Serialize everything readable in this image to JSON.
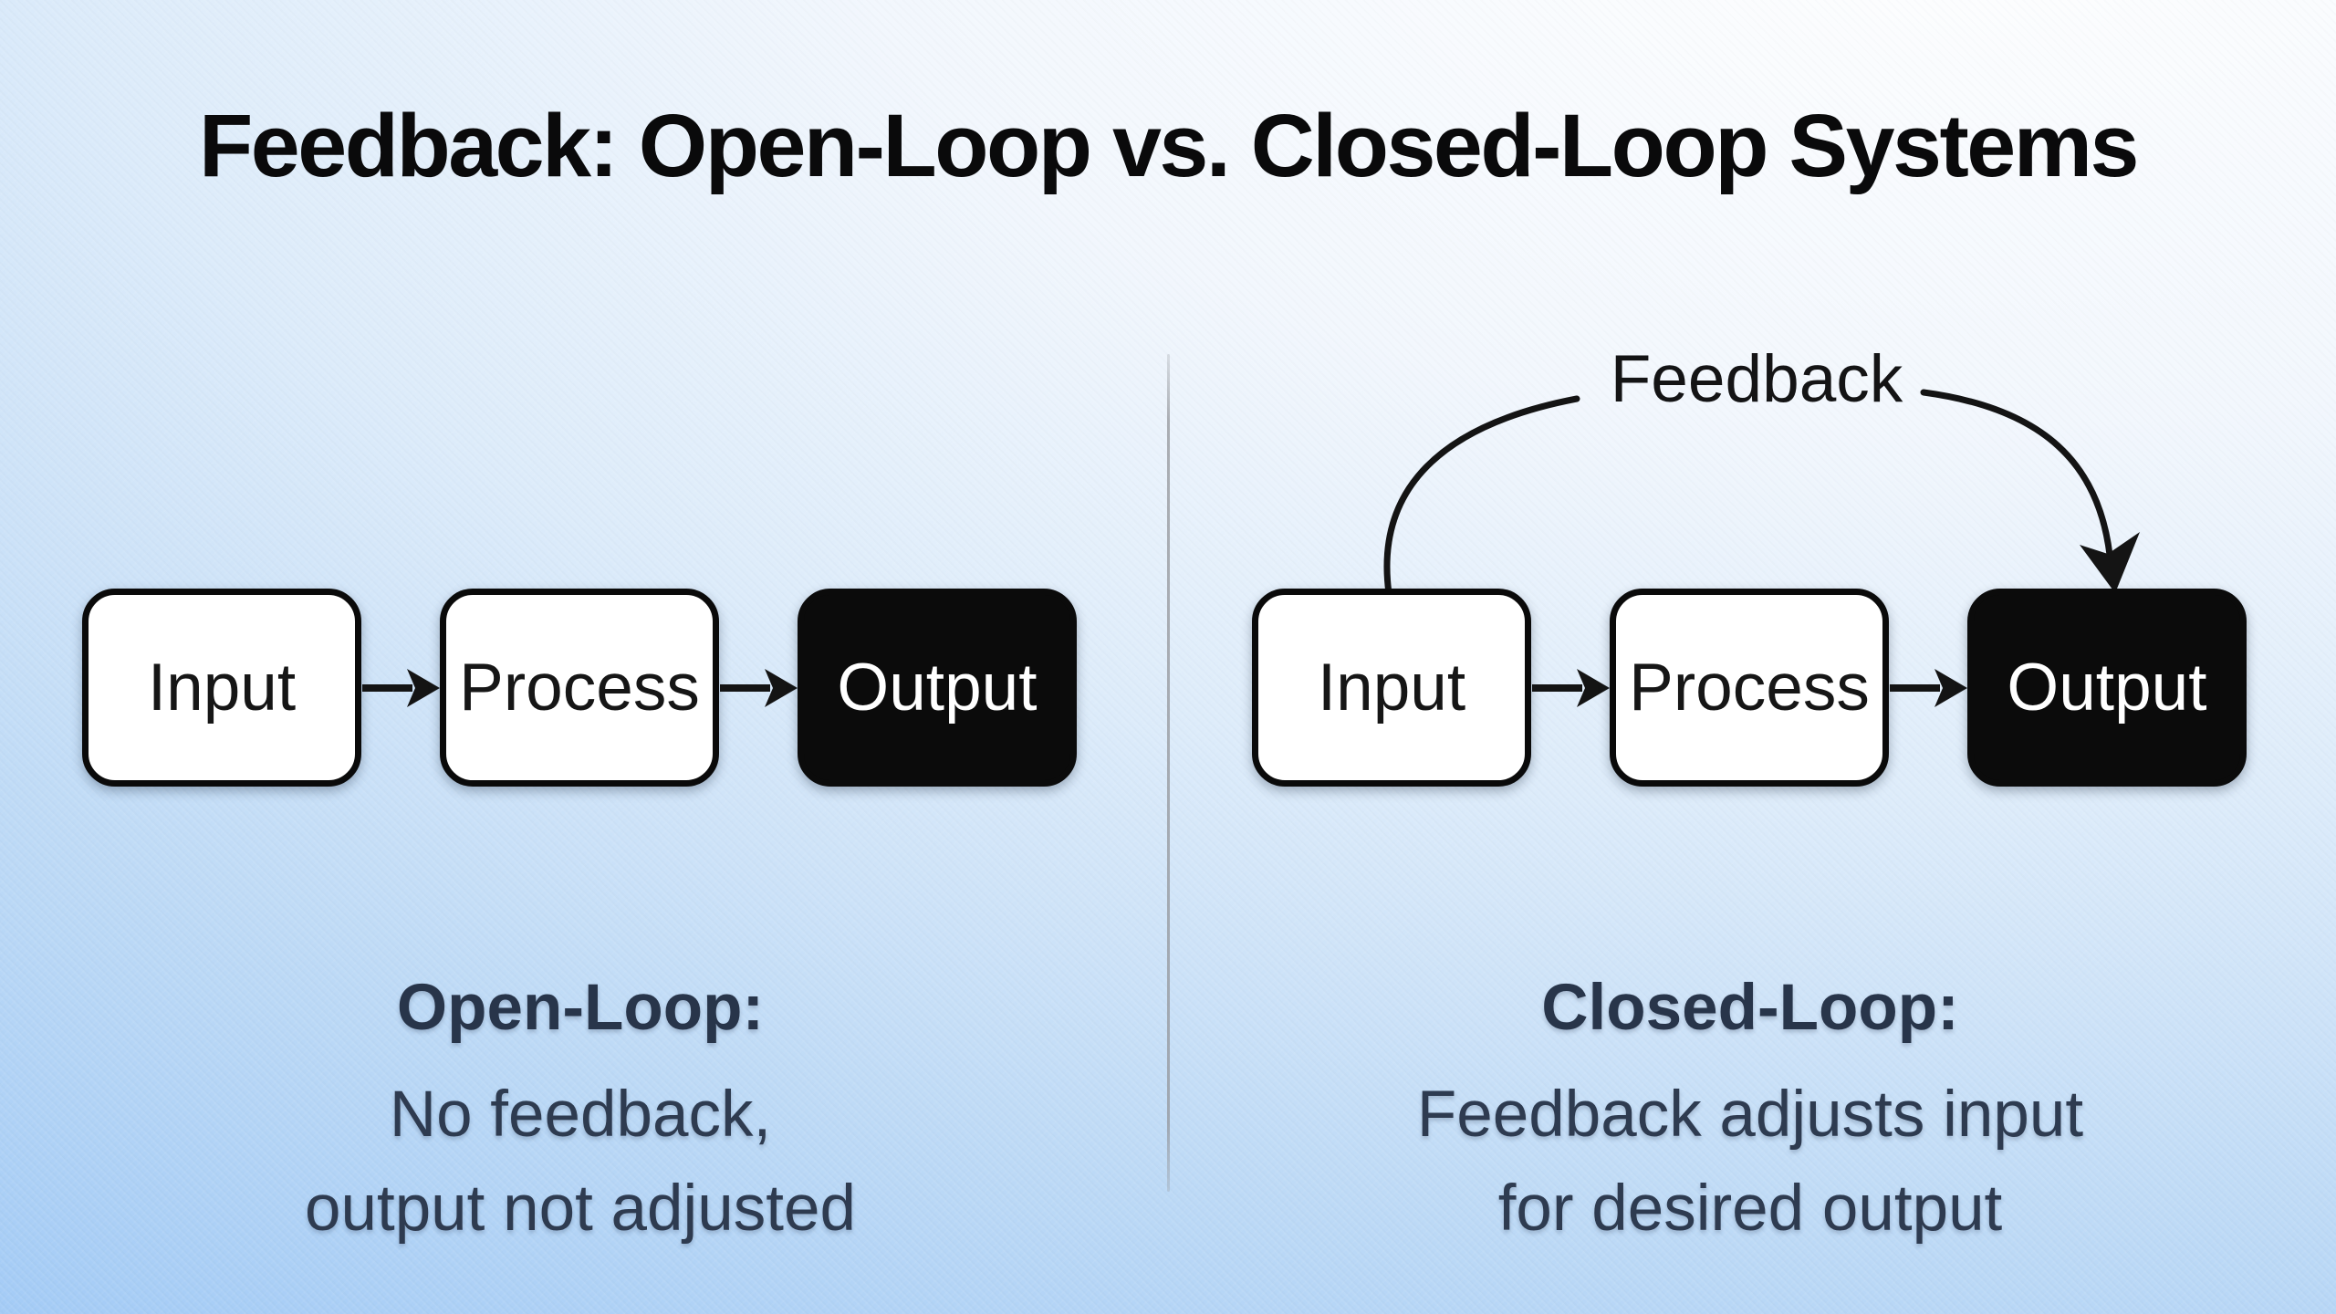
{
  "title": "Feedback: Open-Loop vs. Closed-Loop Systems",
  "colors": {
    "background_top_right": "#ffffff",
    "background_bottom_left": "#8fbff5",
    "box_light_fill": "#ffffff",
    "box_dark_fill": "#0b0b0b",
    "box_border": "#0a0a0a",
    "box_dark_text": "#ffffff",
    "title_text": "#0a0a0b",
    "caption_text": "#2e3b50",
    "divider": "#95979b",
    "arrow_stroke": "#141414"
  },
  "panels": [
    {
      "name": "open-loop",
      "boxes": [
        {
          "label": "Input"
        },
        {
          "label": "Process"
        },
        {
          "label": "Output"
        }
      ],
      "caption": {
        "heading": "Open-Loop:",
        "lines": [
          "No feedback,",
          "output not adjusted"
        ]
      }
    },
    {
      "name": "closed-loop",
      "feedback_label": "Feedback",
      "boxes": [
        {
          "label": "Input"
        },
        {
          "label": "Process"
        },
        {
          "label": "Output"
        }
      ],
      "caption": {
        "heading": "Closed-Loop:",
        "lines": [
          "Feedback adjusts input",
          "for desired output"
        ]
      }
    }
  ]
}
